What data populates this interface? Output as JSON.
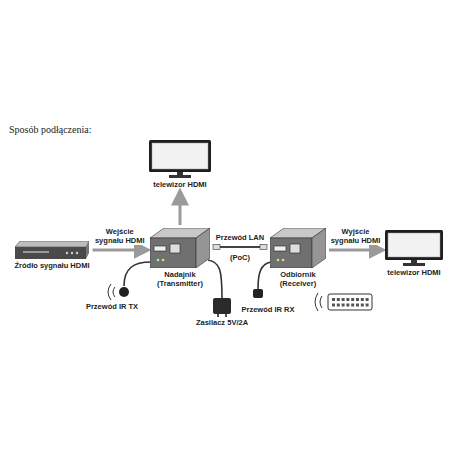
{
  "diagram": {
    "nodes": [
      {
        "text": [
          "telewizor HDMI"
        ]
      },
      {
        "text": [
          "Źródło sygnału HDMI"
        ]
      },
      {
        "text": [
          "Nadajnik (Transmitter)"
        ]
      },
      {
        "text": [
          "Odbiornik (Receiver)"
        ]
      },
      {
        "text": [
          "telewizor HDMI"
        ]
      }
    ],
    "edges": [
      {
        "from": 2,
        "to": 0,
        "arrow": "to"
      },
      {
        "from": 1,
        "to": 2,
        "label": "Wejście sygnału HDMI",
        "arrow": "to"
      },
      {
        "from": 2,
        "to": 3,
        "label": "Przewód LAN",
        "arrow": "none"
      },
      {
        "from": 3,
        "to": 4,
        "label": "Wyjście sygnału HDMI",
        "arrow": "to"
      }
    ],
    "labels": [
      "Sposób podłączenia:",
      "(PoC)",
      "Zasilacz 5V/2A",
      "Przewód IR TX",
      "Przewód IR RX"
    ]
  }
}
